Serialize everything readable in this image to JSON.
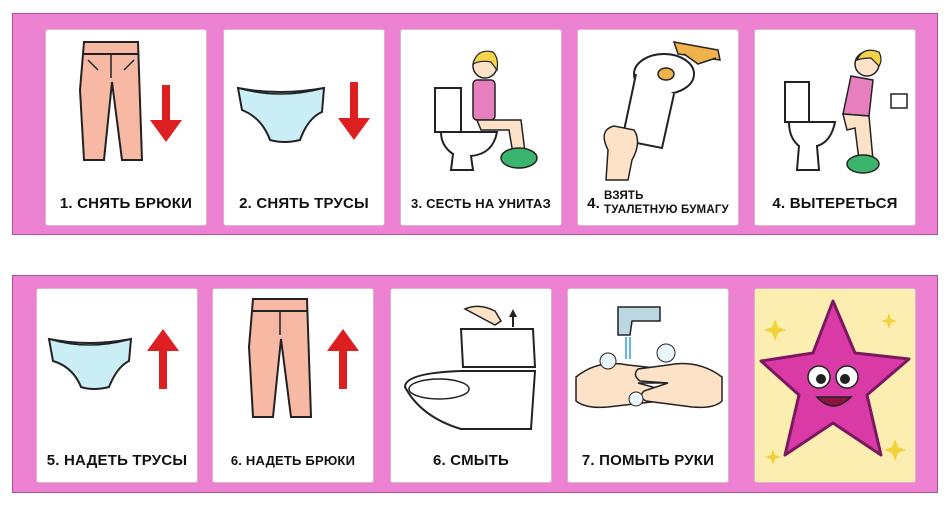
{
  "steps_row1": [
    {
      "label": "1.  СНЯТЬ БРЮКИ",
      "icon": "pants-down-icon"
    },
    {
      "label": "2.  СНЯТЬ ТРУСЫ",
      "icon": "underpants-down-icon"
    },
    {
      "label": "3. СЕСТЬ НА УНИТАЗ",
      "icon": "girl-sitting-on-toilet-icon"
    },
    {
      "number": "4.",
      "line1": "ВЗЯТЬ",
      "line2": "ТУАЛЕТНУЮ БУМАГУ",
      "icon": "toilet-paper-icon"
    },
    {
      "label": "4.  ВЫТЕРЕТЬСЯ",
      "icon": "girl-wiping-icon"
    }
  ],
  "steps_row2": [
    {
      "label": "5. НАДЕТЬ ТРУСЫ",
      "icon": "underpants-up-icon"
    },
    {
      "label": "6.  НАДЕТЬ БРЮКИ",
      "icon": "pants-up-icon"
    },
    {
      "label": "6. СМЫТЬ",
      "icon": "flush-toilet-icon"
    },
    {
      "label": "7. ПОМЫТЬ РУКИ",
      "icon": "wash-hands-icon"
    }
  ],
  "reward": {
    "icon": "smiling-star-icon"
  },
  "colors": {
    "strip": "#ee82d2",
    "pants": "#f7b9a4",
    "underpants": "#c9eef6",
    "arrow": "#dd1f1f",
    "star": "#d93aa6",
    "star_bg": "#fbeeb0"
  }
}
